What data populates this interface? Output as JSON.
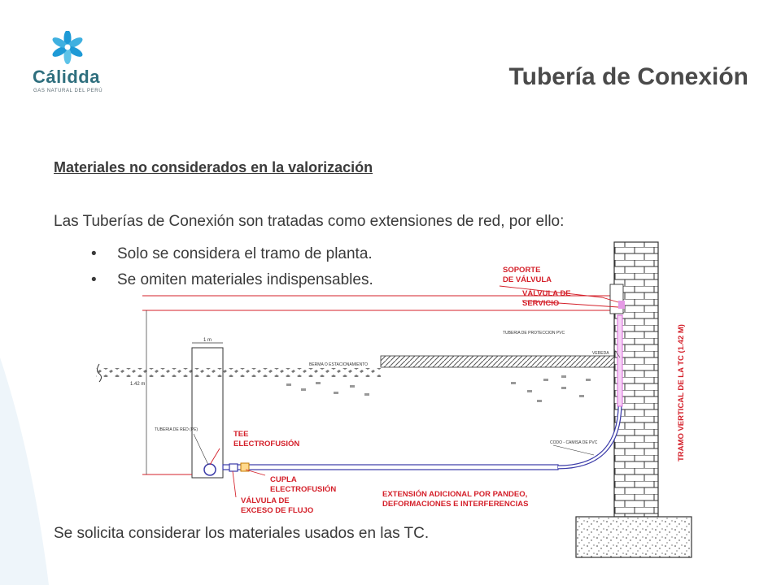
{
  "header": {
    "logo_name": "Cálidda",
    "logo_tagline": "GAS NATURAL DEL PERÚ",
    "title": "Tubería de Conexión"
  },
  "content": {
    "subtitle": "Materiales no considerados en la valorización",
    "intro": "Las Tuberías de Conexión son tratadas como extensiones de red, por ello:",
    "bullets": [
      "Solo se considera el tramo de planta.",
      "Se omiten materiales indispensables."
    ],
    "request": "Se solicita considerar los materiales usados en las TC.",
    "bullet_symbol": "•"
  },
  "diagram": {
    "labels": {
      "soporte": [
        "SOPORTE",
        "DE VÁLVULA"
      ],
      "valvula_servicio": [
        "VÁLVULA DE",
        "SERVICIO"
      ],
      "tuberia_proteccion": "TUBERIA DE PROTECCION PVC",
      "vereda": "VEREDA",
      "berma": "BERMA O ESTACIONAMIENTO",
      "ancho": "1 m",
      "altura": "1.42 m",
      "tuberia_red": "TUBERIA DE RED (PE)",
      "tee": [
        "TEE",
        "ELECTROFUSIÓN"
      ],
      "cupla": [
        "CUPLA",
        "ELECTROFUSIÓN"
      ],
      "valvula_exceso": [
        "VÁLVULA DE",
        "EXCESO DE FLUJO"
      ],
      "extension": [
        "EXTENSIÓN ADICIONAL POR PANDEO,",
        "DEFORMACIONES E INTERFERENCIAS"
      ],
      "codo": "CODO - CAMISA DE PVC",
      "tramo_vertical": "TRAMO VERTICAL DE LA TC (1.42 M)"
    },
    "colors": {
      "annotation": "#d4202a",
      "pipe": "#3a3aa8",
      "vertical_pipe": "#d86ad8"
    }
  }
}
